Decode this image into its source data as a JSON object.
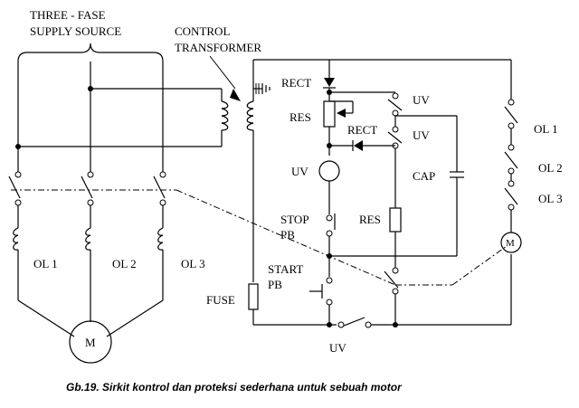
{
  "labels": {
    "supply_line1": "THREE - FASE",
    "supply_line2": "SUPPLY SOURCE",
    "transformer_line1": "CONTROL",
    "transformer_line2": "TRANSFORMER",
    "rect_top": "RECT",
    "res_top": "RES",
    "rect_mid": "RECT",
    "uv_switch_top": "UV",
    "uv_switch_mid": "UV",
    "uv_coil": "UV",
    "cap": "CAP",
    "res_right": "RES",
    "stop_line1": "STOP",
    "stop_line2": "PB",
    "start_line1": "START",
    "start_line2": "PB",
    "fuse": "FUSE",
    "uv_bottom": "UV",
    "ol1_left": "OL 1",
    "ol2_left": "OL 2",
    "ol3_left": "OL 3",
    "ol1_right": "OL 1",
    "ol2_right": "OL 2",
    "ol3_right": "OL 3",
    "motor_big": "M",
    "motor_small": "M"
  },
  "caption": "Gb.19. Sirkit kontrol dan proteksi sederhana untuk sebuah motor"
}
